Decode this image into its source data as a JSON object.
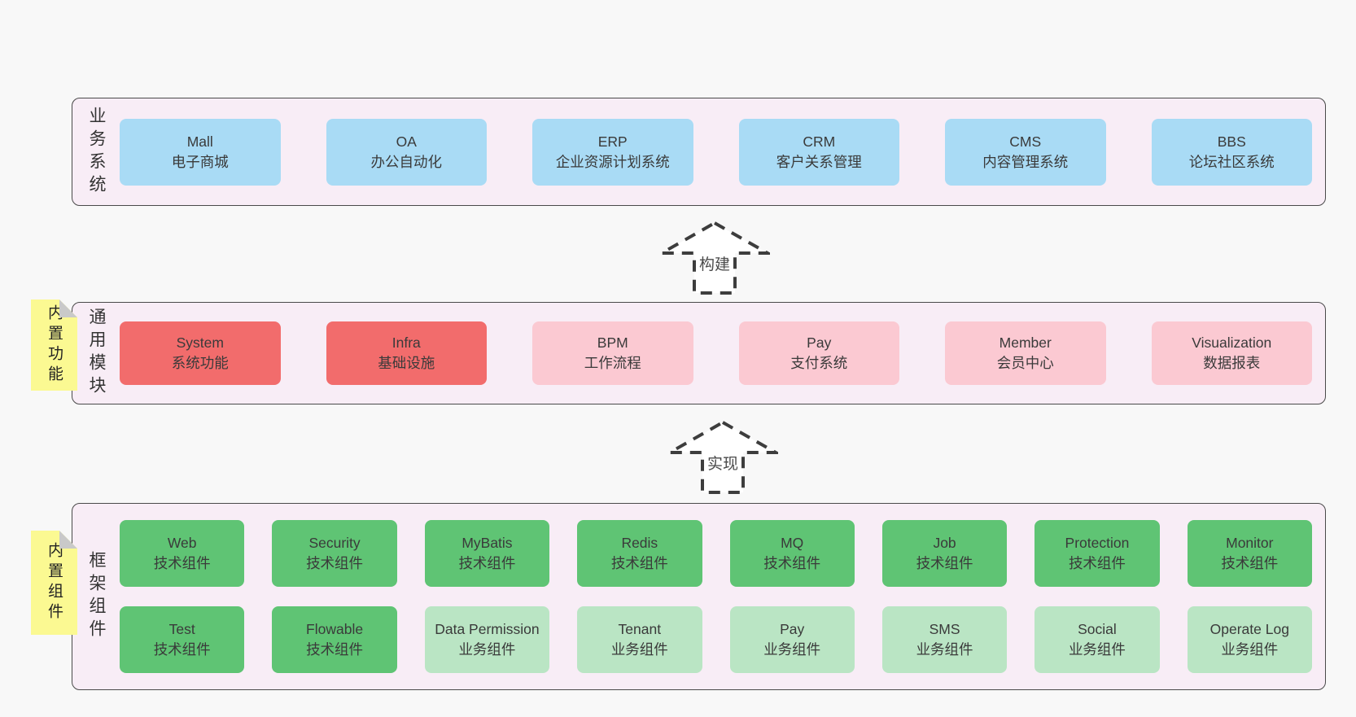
{
  "colors": {
    "page_bg": "#f8f8f8",
    "band_bg": "#f8edf6",
    "band_border": "#4a4a4a",
    "blue": "#a9dbf5",
    "red": "#f26c6c",
    "pink": "#fbc9d2",
    "green": "#5fc474",
    "lightgreen": "#bae5c4",
    "sticky_yellow": "#fbf992",
    "sticky_fold": "#c9c9c9",
    "text": "#3a3a3a",
    "arrow_stroke": "#3d3d3d"
  },
  "stickies": [
    {
      "label": "内置功能"
    },
    {
      "label": "内置组件"
    }
  ],
  "arrows": [
    {
      "label": "构建"
    },
    {
      "label": "实现"
    }
  ],
  "bands": [
    {
      "label": "业务系统",
      "rows": [
        [
          {
            "title": "Mall",
            "subtitle": "电子商城",
            "variant": "blue"
          },
          {
            "title": "OA",
            "subtitle": "办公自动化",
            "variant": "blue"
          },
          {
            "title": "ERP",
            "subtitle": "企业资源计划系统",
            "variant": "blue"
          },
          {
            "title": "CRM",
            "subtitle": "客户关系管理",
            "variant": "blue"
          },
          {
            "title": "CMS",
            "subtitle": "内容管理系统",
            "variant": "blue"
          },
          {
            "title": "BBS",
            "subtitle": "论坛社区系统",
            "variant": "blue"
          }
        ]
      ]
    },
    {
      "label": "通用模块",
      "rows": [
        [
          {
            "title": "System",
            "subtitle": "系统功能",
            "variant": "red"
          },
          {
            "title": "Infra",
            "subtitle": "基础设施",
            "variant": "red"
          },
          {
            "title": "BPM",
            "subtitle": "工作流程",
            "variant": "pink"
          },
          {
            "title": "Pay",
            "subtitle": "支付系统",
            "variant": "pink"
          },
          {
            "title": "Member",
            "subtitle": "会员中心",
            "variant": "pink"
          },
          {
            "title": "Visualization",
            "subtitle": "数据报表",
            "variant": "pink"
          }
        ]
      ]
    },
    {
      "label": "框架组件",
      "rows": [
        [
          {
            "title": "Web",
            "subtitle": "技术组件",
            "variant": "green"
          },
          {
            "title": "Security",
            "subtitle": "技术组件",
            "variant": "green"
          },
          {
            "title": "MyBatis",
            "subtitle": "技术组件",
            "variant": "green"
          },
          {
            "title": "Redis",
            "subtitle": "技术组件",
            "variant": "green"
          },
          {
            "title": "MQ",
            "subtitle": "技术组件",
            "variant": "green"
          },
          {
            "title": "Job",
            "subtitle": "技术组件",
            "variant": "green"
          },
          {
            "title": "Protection",
            "subtitle": "技术组件",
            "variant": "green"
          },
          {
            "title": "Monitor",
            "subtitle": "技术组件",
            "variant": "green"
          }
        ],
        [
          {
            "title": "Test",
            "subtitle": "技术组件",
            "variant": "green"
          },
          {
            "title": "Flowable",
            "subtitle": "技术组件",
            "variant": "green"
          },
          {
            "title": "Data Permission",
            "subtitle": "业务组件",
            "variant": "lightgreen"
          },
          {
            "title": "Tenant",
            "subtitle": "业务组件",
            "variant": "lightgreen"
          },
          {
            "title": "Pay",
            "subtitle": "业务组件",
            "variant": "lightgreen"
          },
          {
            "title": "SMS",
            "subtitle": "业务组件",
            "variant": "lightgreen"
          },
          {
            "title": "Social",
            "subtitle": "业务组件",
            "variant": "lightgreen"
          },
          {
            "title": "Operate Log",
            "subtitle": "业务组件",
            "variant": "lightgreen"
          }
        ]
      ]
    }
  ]
}
